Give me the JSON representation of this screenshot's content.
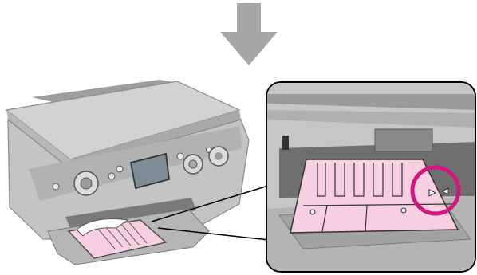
{
  "figure": {
    "arrow_icon": "down-arrow-icon",
    "printer_image": "printer-with-front-tray",
    "inset_image": "cd-dvd-tray-alignment-closeup",
    "highlight_icon": "magenta-circle-highlight",
    "colors": {
      "arrow": "#a6a6a6",
      "tray_pink": "#f6cfe0",
      "highlight": "#d4157f",
      "inset_border": "#000000",
      "printer_body": "#c8c8c8"
    }
  }
}
